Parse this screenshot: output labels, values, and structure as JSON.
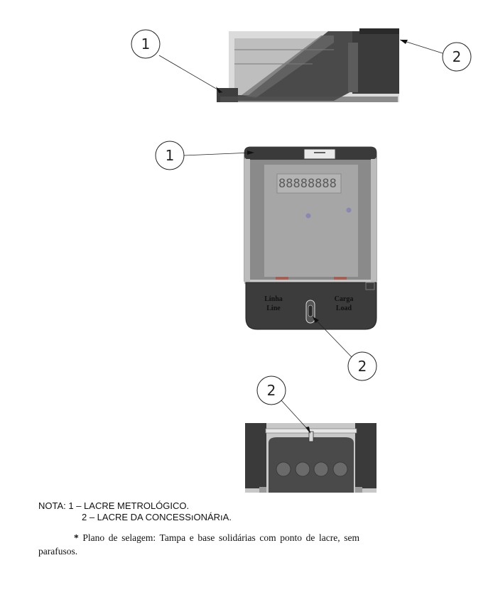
{
  "callouts": {
    "top_1": "1",
    "top_2": "2",
    "front_1": "1",
    "front_2": "2",
    "bottom_2": "2"
  },
  "device": {
    "lcd_digits": "88888888",
    "left_terminal_line1": "Linha",
    "left_terminal_line2": "Line",
    "right_terminal_line1": "Carga",
    "right_terminal_line2": "Load"
  },
  "notes": {
    "line1": "NOTA: 1 – LACRE METROLÓGICO.",
    "line2": "2 – LACRE DA CONCESSıONÁRıA.",
    "footnote_star": "*",
    "footnote_text": "Plano de selagem: Tampa e base solidárias com ponto de lacre, sem parafusos."
  }
}
